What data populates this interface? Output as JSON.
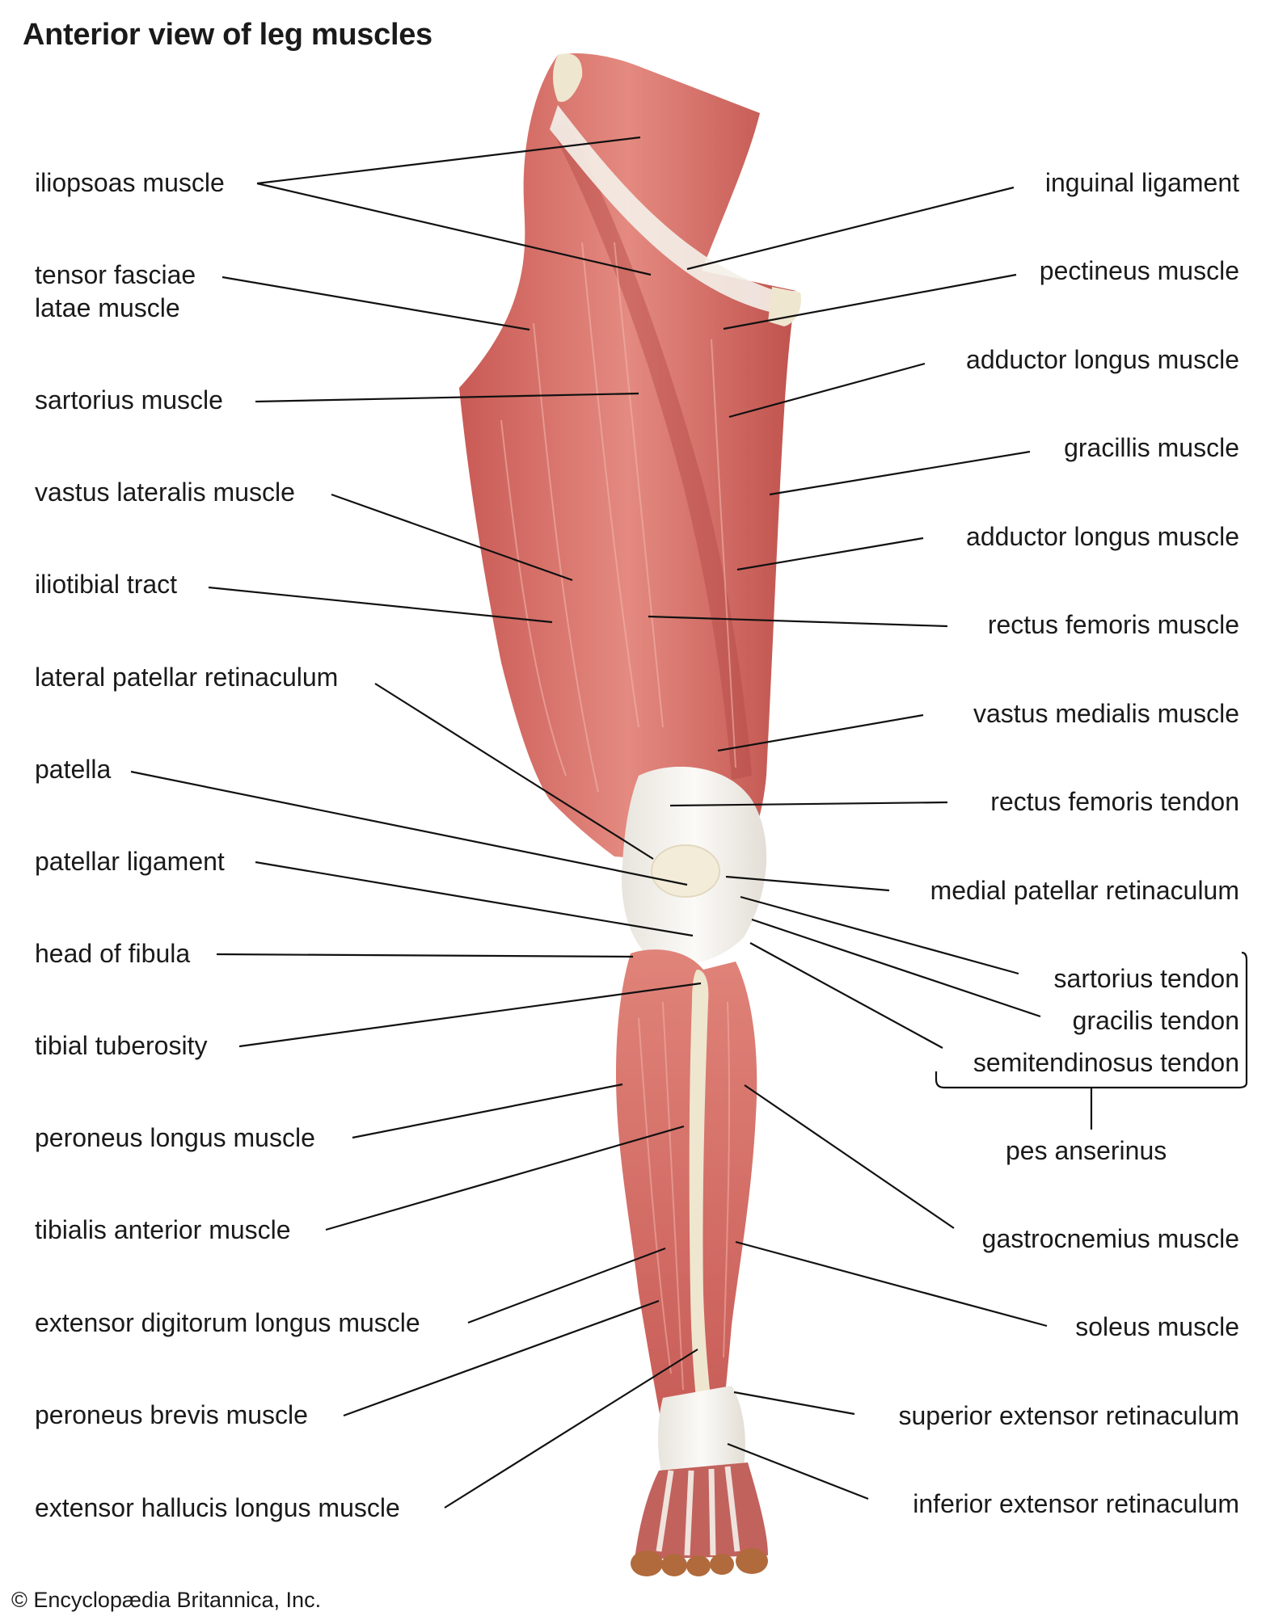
{
  "title": "Anterior view of leg muscles",
  "credit": "© Encyclopædia Britannica, Inc.",
  "colors": {
    "muscle": "#d9706a",
    "muscle_dark": "#b94c47",
    "tendon": "#f2efe9",
    "bone": "#efe6cf",
    "leader_line": "#111111"
  },
  "labels_left": [
    "iliopsoas muscle",
    "tensor fasciae latae muscle",
    "sartorius muscle",
    "vastus lateralis muscle",
    "iliotibial tract",
    "lateral patellar retinaculum",
    "patella",
    "patellar ligament",
    "head of fibula",
    "tibial tuberosity",
    "peroneus longus muscle",
    "tibialis anterior muscle",
    "extensor digitorum longus muscle",
    "peroneus brevis muscle",
    "extensor hallucis longus muscle"
  ],
  "labels_right": [
    "inguinal ligament",
    "pectineus muscle",
    "adductor longus muscle",
    "gracillis muscle",
    "adductor longus muscle",
    "rectus femoris muscle",
    "vastus medialis muscle",
    "rectus femoris tendon",
    "medial patellar retinaculum",
    "sartorius tendon",
    "gracilis tendon",
    "semitendinosus tendon",
    "gastrocnemius muscle",
    "soleus muscle",
    "superior extensor retinaculum",
    "inferior extensor retinaculum"
  ],
  "group_label": "pes anserinus"
}
